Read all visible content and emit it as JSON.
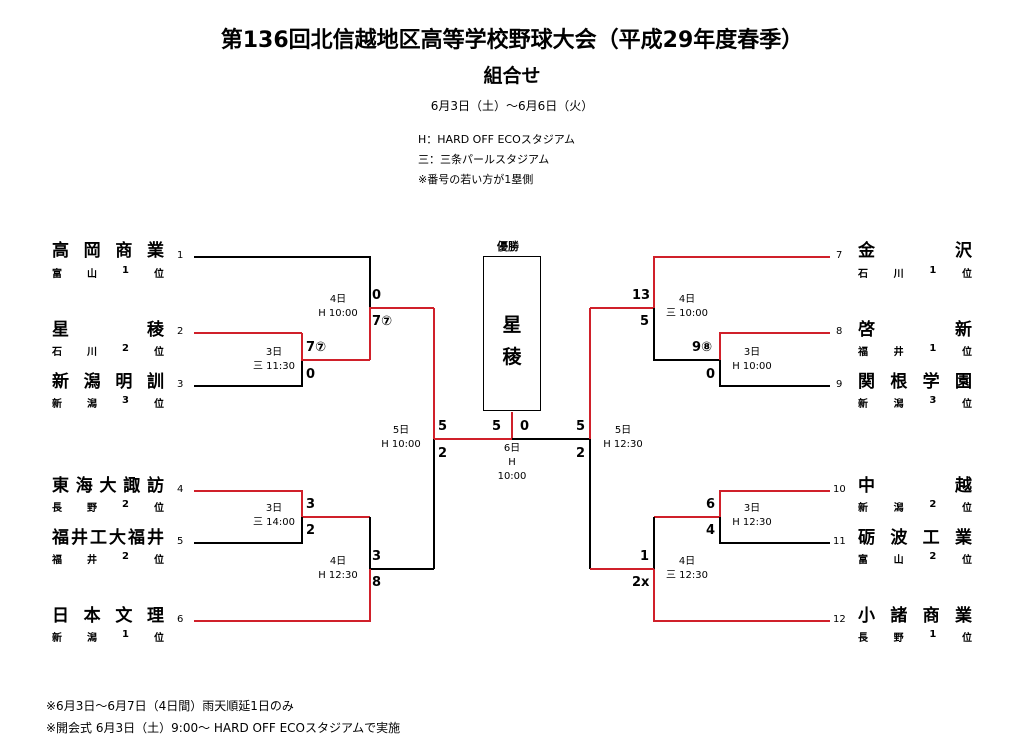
{
  "title": "第136回北信越地区高等学校野球大会（平成29年度春季）",
  "subtitle": "組合せ",
  "dates": "6月3日（土）～6月6日（火）",
  "legend": [
    "H：HARD OFF ECOスタジアム",
    "三：三条パールスタジアム",
    "※番号の若い方が1塁側"
  ],
  "teams_left": [
    {
      "seed": "1",
      "chars": [
        "高",
        "岡",
        "商",
        "業"
      ],
      "sub": [
        "富",
        "山",
        "1",
        "位"
      ]
    },
    {
      "seed": "2",
      "chars": [
        "星",
        "稜"
      ],
      "sub": [
        "石",
        "川",
        "2",
        "位"
      ]
    },
    {
      "seed": "3",
      "chars": [
        "新",
        "潟",
        "明",
        "訓"
      ],
      "sub": [
        "新",
        "潟",
        "3",
        "位"
      ]
    },
    {
      "seed": "4",
      "chars": [
        "東",
        "海",
        "大",
        "諏",
        "訪"
      ],
      "sub": [
        "長",
        "野",
        "2",
        "位"
      ]
    },
    {
      "seed": "5",
      "chars": [
        "福",
        "井",
        "工",
        "大",
        "福",
        "井"
      ],
      "sub": [
        "福",
        "井",
        "2",
        "位"
      ]
    },
    {
      "seed": "6",
      "chars": [
        "日",
        "本",
        "文",
        "理"
      ],
      "sub": [
        "新",
        "潟",
        "1",
        "位"
      ]
    }
  ],
  "teams_right": [
    {
      "seed": "7",
      "chars": [
        "金",
        "沢"
      ],
      "sub": [
        "石",
        "川",
        "1",
        "位"
      ]
    },
    {
      "seed": "8",
      "chars": [
        "啓",
        "新"
      ],
      "sub": [
        "福",
        "井",
        "1",
        "位"
      ]
    },
    {
      "seed": "9",
      "chars": [
        "関",
        "根",
        "学",
        "園"
      ],
      "sub": [
        "新",
        "潟",
        "3",
        "位"
      ]
    },
    {
      "seed": "10",
      "chars": [
        "中",
        "越"
      ],
      "sub": [
        "新",
        "潟",
        "2",
        "位"
      ]
    },
    {
      "seed": "11",
      "chars": [
        "砺",
        "波",
        "工",
        "業"
      ],
      "sub": [
        "富",
        "山",
        "2",
        "位"
      ]
    },
    {
      "seed": "12",
      "chars": [
        "小",
        "諸",
        "商",
        "業"
      ],
      "sub": [
        "長",
        "野",
        "1",
        "位"
      ]
    }
  ],
  "matches": {
    "l_r1a": {
      "day": "3日",
      "time": "三 11:30",
      "top": "7⑦",
      "bottom": "0"
    },
    "l_qfa": {
      "day": "4日",
      "time": "H 10:00",
      "top": "0",
      "bottom": "7⑦"
    },
    "l_r1b": {
      "day": "3日",
      "time": "三 14:00",
      "top": "3",
      "bottom": "2"
    },
    "l_qfb": {
      "day": "4日",
      "time": "H 12:30",
      "top": "3",
      "bottom": "8"
    },
    "l_sf": {
      "day": "5日",
      "time": "H 10:00",
      "top": "5",
      "bottom": "2"
    },
    "r_r1a": {
      "day": "3日",
      "time": "H 10:00",
      "top": "9⑧",
      "bottom": "0"
    },
    "r_qfa": {
      "day": "4日",
      "time": "三 10:00",
      "top": "13",
      "bottom": "5"
    },
    "r_r1b": {
      "day": "3日",
      "time": "H 12:30",
      "top": "6",
      "bottom": "4"
    },
    "r_qfb": {
      "day": "4日",
      "time": "三 12:30",
      "top": "1",
      "bottom": "2x"
    },
    "r_sf": {
      "day": "5日",
      "time": "H 12:30",
      "top": "5",
      "bottom": "2"
    },
    "final": {
      "day": "6日",
      "venue": "H",
      "time": "10:00",
      "left": "5",
      "right": "0"
    }
  },
  "champion": {
    "label": "優勝",
    "name_chars": [
      "星",
      "稜"
    ]
  },
  "notes": [
    "※6月3日～6月7日（4日間）雨天順延1日のみ",
    "※開会式 6月3日（土）9:00～ HARD OFF ECOスタジアムで実施"
  ],
  "colors": {
    "win": "#d0202a",
    "line": "#000000"
  }
}
